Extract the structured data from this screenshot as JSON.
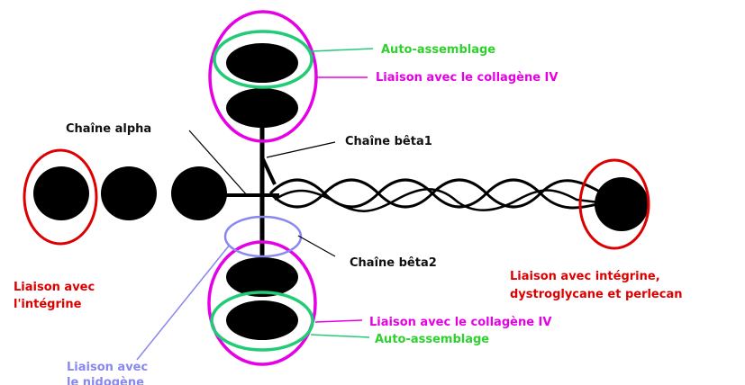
{
  "labels": {
    "alpha_chain": "Chaîne alpha",
    "beta1_chain": "Chaîne bêta1",
    "beta2_chain": "Chaîne bêta2",
    "top_self_assembly": "Auto-assemblage",
    "top_collagen": "Liaison avec le collagène IV",
    "left_integrin_line1": "Liaison avec",
    "left_integrin_line2": "l'intégrine",
    "right_binding_line1": "Liaison avec intégrine,",
    "right_binding_line2": "dystroglycane et perlecan",
    "bottom_collagen": "Liaison avec le collagène IV",
    "bottom_self_assembly": "Auto-assemblage",
    "nidogen_line1": "Liaison avec",
    "nidogen_line2": "le nidogène"
  },
  "colors": {
    "black": "#000000",
    "magenta": "#e600e6",
    "green": "#22cc77",
    "green_text": "#2ed12e",
    "red": "#dd0000",
    "lavender": "#8888ee",
    "text_dark": "#111111"
  }
}
